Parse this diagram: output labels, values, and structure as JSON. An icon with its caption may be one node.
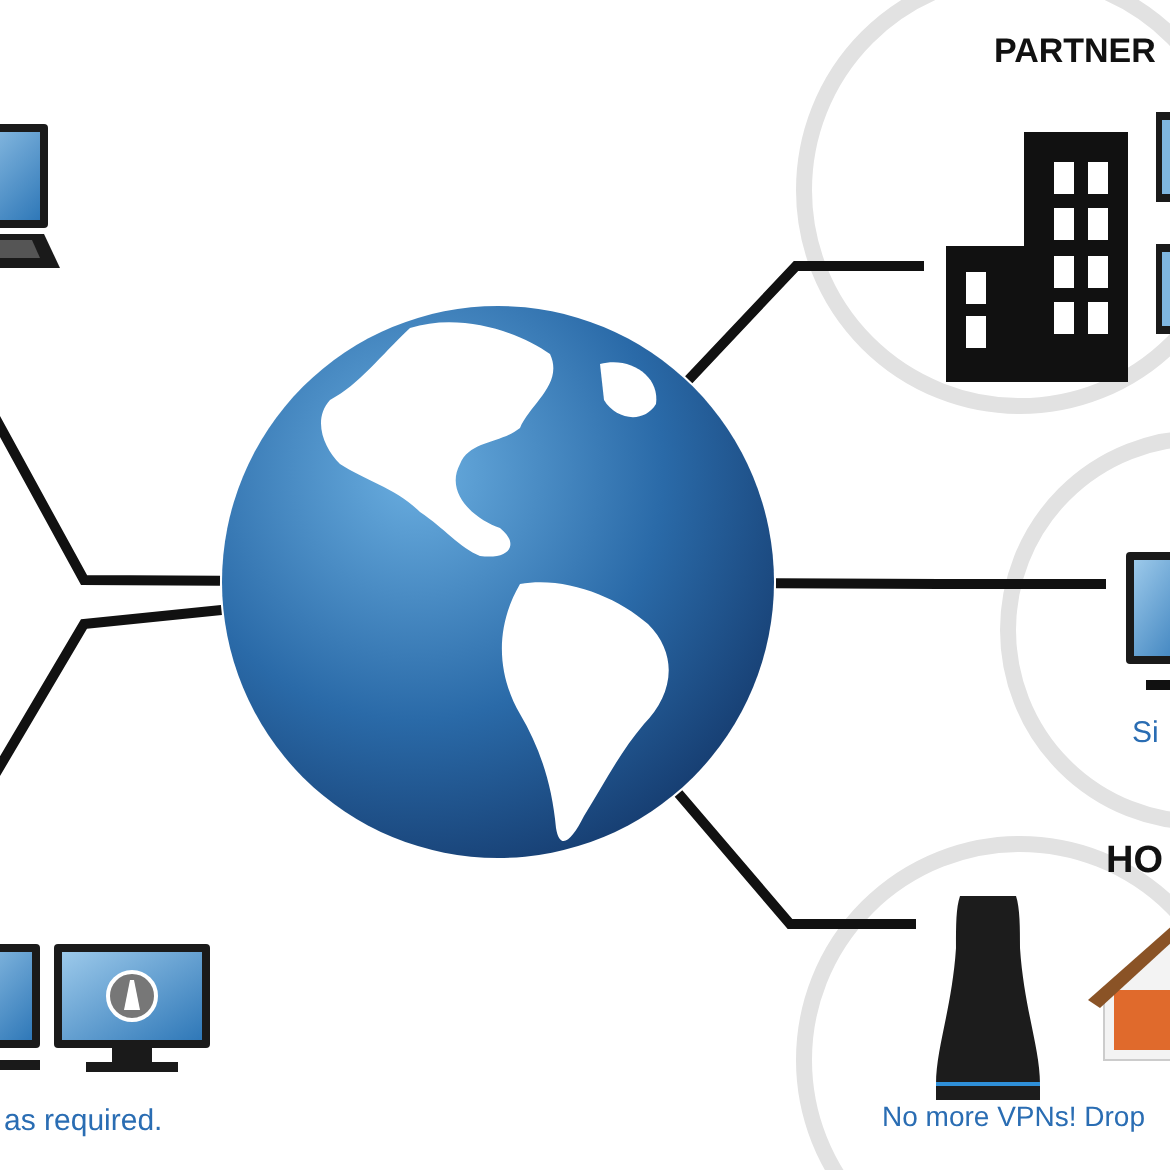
{
  "diagram": {
    "nodes": [
      {
        "text": [],
        "shape": "picture"
      },
      {
        "text": [],
        "shape": "picture",
        "beside": [
          "as required."
        ]
      },
      {
        "text": [],
        "shape": "picture"
      },
      {
        "text": [
          "PARTNER"
        ]
      },
      {
        "text": [],
        "shape": "picture",
        "in": 3
      },
      {
        "text": [
          "Si"
        ]
      },
      {
        "text": [],
        "shape": "picture",
        "in": 5
      },
      {
        "text": [
          "HO",
          "No more VPNs! Drop"
        ]
      },
      {
        "text": [],
        "shape": "picture",
        "in": 7
      }
    ],
    "edges": [
      {
        "from": 2,
        "to": 0,
        "arrow": "none"
      },
      {
        "from": 2,
        "to": 1,
        "arrow": "none"
      },
      {
        "from": 2,
        "to": 4,
        "arrow": "none"
      },
      {
        "from": 2,
        "to": 6,
        "arrow": "none"
      },
      {
        "from": 2,
        "to": 8,
        "arrow": "none"
      }
    ]
  }
}
